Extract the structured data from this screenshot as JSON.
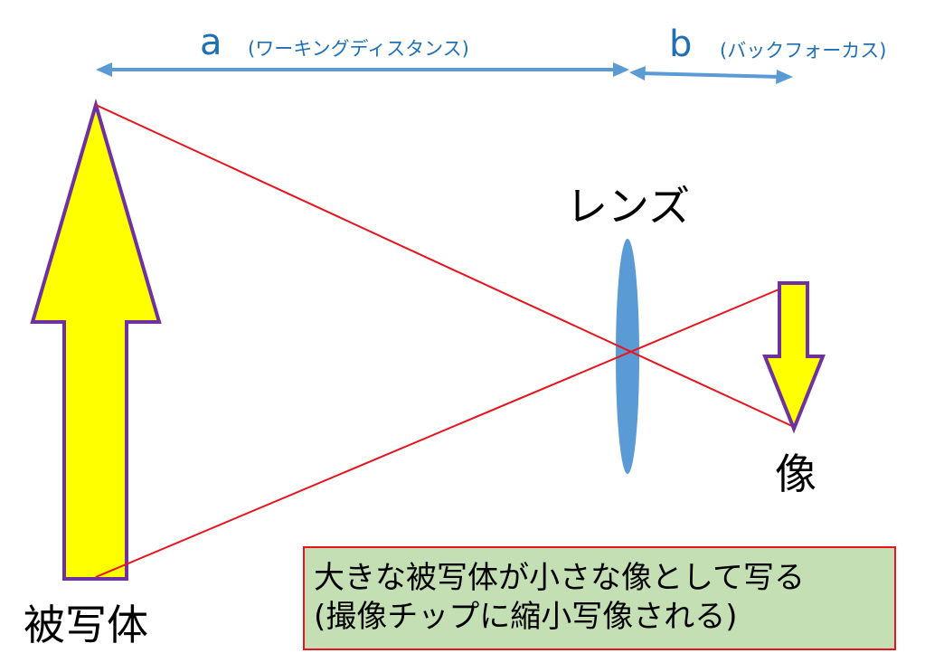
{
  "colors": {
    "dimension_arrow": "#5B9BD5",
    "dimension_text": "#1F6FB5",
    "object_fill": "#FFFF00",
    "object_outline": "#7030A0",
    "ray": "#E8141B",
    "lens": "#5B9BD5",
    "note_fill": "#C5DFB4",
    "note_border": "#E8141B"
  },
  "dimensions": {
    "a": {
      "letter": "a",
      "note": "(ワーキングディスタンス)"
    },
    "b": {
      "letter": "b",
      "note": "(バックフォーカス)"
    }
  },
  "labels": {
    "lens": "レンズ",
    "image": "像",
    "object": "被写体"
  },
  "note": {
    "line1": "大きな被写体が小さな像として写る",
    "line2": "(撮像チップに縮小写像される)"
  }
}
